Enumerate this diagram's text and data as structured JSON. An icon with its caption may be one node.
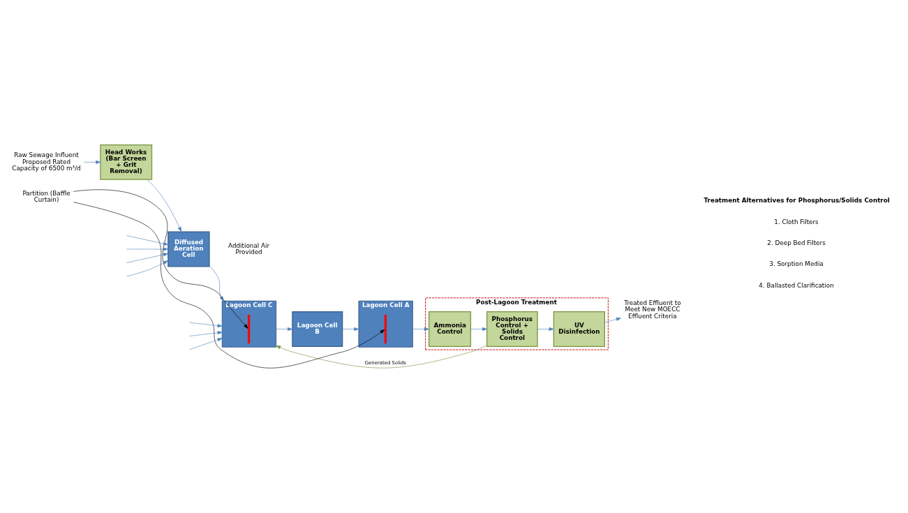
{
  "diagram": {
    "nodes": [
      {
        "text": [
          "Raw Sewage Influent Proposed Rated Capacity of 6500 m³/d"
        ]
      },
      {
        "text": [
          "Head Works (Bar Screen + Grit Removal)"
        ]
      },
      {
        "text": [
          "Diffused Aeration Cell"
        ]
      },
      {
        "text": [
          "Lagoon Cell C"
        ]
      },
      {
        "text": [],
        "shape": "bar",
        "in": 3
      },
      {
        "text": [
          "Lagoon Cell B"
        ]
      },
      {
        "text": [
          "Lagoon Cell A"
        ]
      },
      {
        "text": [],
        "shape": "bar",
        "in": 6
      },
      {
        "text": [
          "Post-Lagoon Treatment"
        ]
      },
      {
        "text": [
          "Ammonia Control"
        ],
        "in": 8
      },
      {
        "text": [
          "Phosphorus Control + Solids Control"
        ],
        "in": 8
      },
      {
        "text": [
          "UV Disinfection"
        ],
        "in": 8
      },
      {
        "text": [
          "Treated Effluent to Meet New MOECC Effluent Criteria"
        ]
      },
      {
        "text": [
          "Partition (Baffle Curtain)"
        ]
      }
    ],
    "edges": [
      {
        "from": 0,
        "to": 1,
        "arrow": "to"
      },
      {
        "from": 1,
        "to": 2,
        "arrow": "to"
      },
      {
        "from": 2,
        "to": 3,
        "arrow": "to"
      },
      {
        "from": 3,
        "to": 5,
        "arrow": "to"
      },
      {
        "from": 5,
        "to": 6,
        "arrow": "to"
      },
      {
        "from": 6,
        "to": 9,
        "arrow": "to"
      },
      {
        "from": 9,
        "to": 10,
        "arrow": "to"
      },
      {
        "from": 10,
        "to": 11,
        "arrow": "to"
      },
      {
        "from": 11,
        "to": 12,
        "arrow": "to"
      },
      {
        "from": 13,
        "to": 4,
        "arrow": "to",
        "color": "#000000"
      },
      {
        "from": 13,
        "to": 7,
        "arrow": "to",
        "color": "#000000"
      },
      {
        "from": 10,
        "to": 3,
        "arrow": "to",
        "label": "Generated Solids",
        "color": "#77933c"
      },
      {
        "from": null,
        "to": 2,
        "arrow": "to"
      },
      {
        "from": null,
        "to": 2,
        "arrow": "to"
      },
      {
        "from": null,
        "to": 2,
        "arrow": "to"
      },
      {
        "from": null,
        "to": 2,
        "arrow": "to"
      },
      {
        "from": null,
        "to": 3,
        "arrow": "to"
      },
      {
        "from": null,
        "to": 3,
        "arrow": "to"
      },
      {
        "from": null,
        "to": 3,
        "arrow": "to"
      }
    ],
    "labels": [
      "Additional Air Provided",
      "Treatment Alternatives for Phosphorus/Solids Control",
      "1. Cloth Filters",
      "2. Deep Bed Filters",
      "3. Sorption Media",
      "4. Ballasted Clarification"
    ]
  }
}
